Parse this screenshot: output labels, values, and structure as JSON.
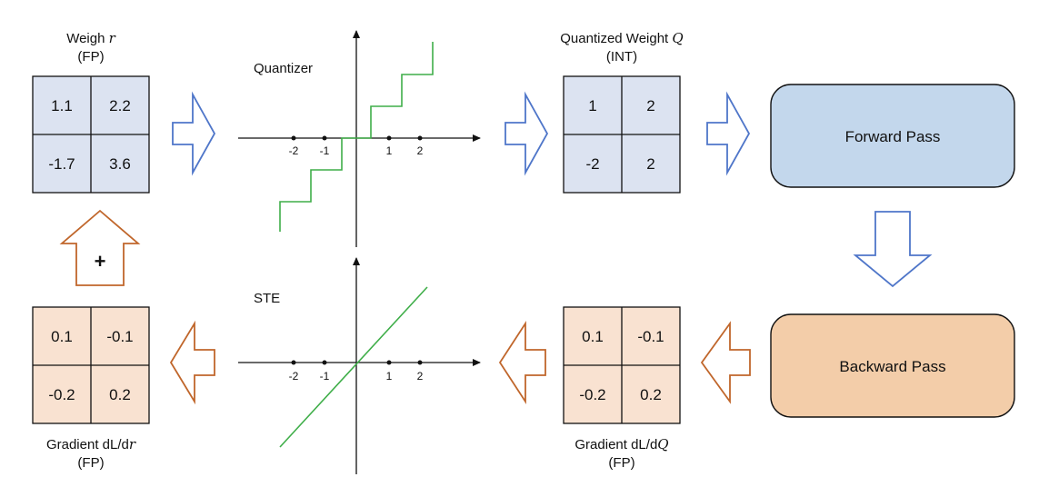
{
  "colors": {
    "blue_fill": "#dce3f1",
    "orange_fill": "#f9e2d1",
    "blue_arrow": "#4f76c9",
    "orange_arrow": "#c0662b",
    "forward_box": "#c3d7ec",
    "backward_box": "#f3cda9",
    "green_curve": "#3fae49"
  },
  "weight_matrix": {
    "title": "Weigh ",
    "symbol": "r",
    "subtitle": "(FP)",
    "cells": [
      "1.1",
      "2.2",
      "-1.7",
      "3.6"
    ]
  },
  "quantized_matrix": {
    "title": "Quantized Weight ",
    "symbol": "Q",
    "subtitle": "(INT)",
    "cells": [
      "1",
      "2",
      "-2",
      "2"
    ]
  },
  "grad_r_matrix": {
    "title": "Gradient dL/d",
    "symbol": "r",
    "subtitle": "(FP)",
    "cells": [
      "0.1",
      "-0.1",
      "-0.2",
      "0.2"
    ]
  },
  "grad_q_matrix": {
    "title": "Gradient dL/d",
    "symbol": "Q",
    "subtitle": "(FP)",
    "cells": [
      "0.1",
      "-0.1",
      "-0.2",
      "0.2"
    ]
  },
  "quantizer_plot": {
    "label": "Quantizer",
    "ticks": [
      "-2",
      "-1",
      "1",
      "2"
    ]
  },
  "ste_plot": {
    "label": "STE",
    "ticks": [
      "-2",
      "-1",
      "1",
      "2"
    ]
  },
  "forward_pass": {
    "label": "Forward Pass"
  },
  "backward_pass": {
    "label": "Backward Pass"
  },
  "update_symbol": "+"
}
